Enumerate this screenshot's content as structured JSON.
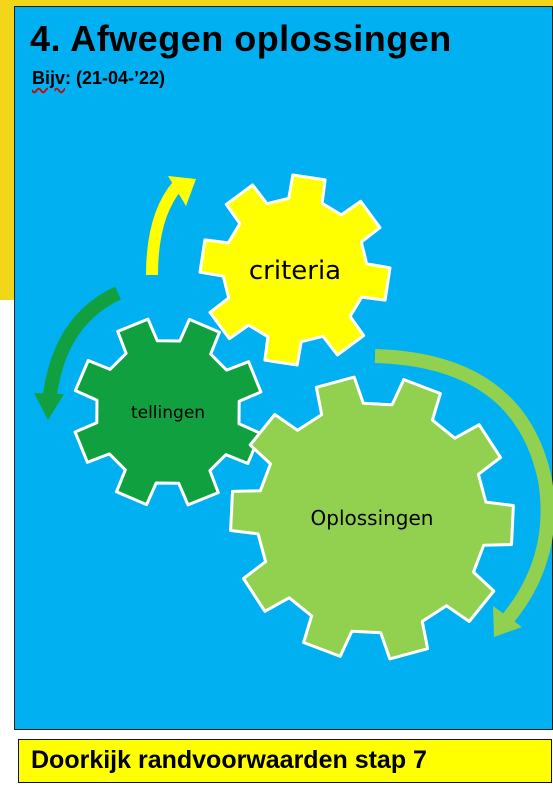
{
  "header": {
    "title": "4.  Afwegen oplossingen",
    "subtitle_prefix": "Bijv",
    "subtitle_rest": ": (21-04-’22)"
  },
  "gears": [
    {
      "label": "criteria",
      "color": "#ffff00"
    },
    {
      "label": "tellingen",
      "color": "#10a040"
    },
    {
      "label": "Oplossingen",
      "color": "#92d050"
    }
  ],
  "arrows": [
    {
      "color": "#ffff00"
    },
    {
      "color": "#10a040"
    },
    {
      "color": "#92d050"
    }
  ],
  "footer": {
    "text": "Doorkijk randvoorwaarden stap 7"
  },
  "colors": {
    "panel_background": "#00b0f0",
    "frame_accent": "#f2d61a",
    "footer_background": "#ffff00"
  }
}
